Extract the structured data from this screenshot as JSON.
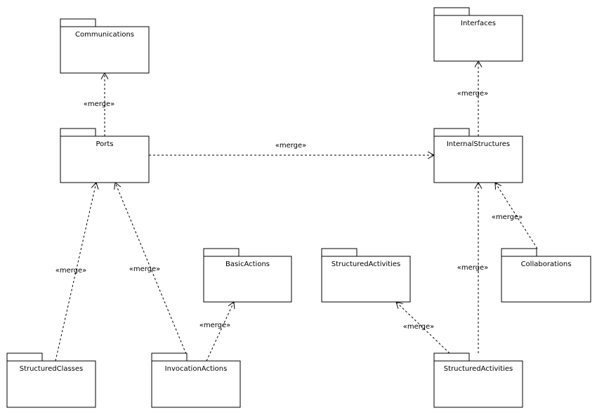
{
  "packages": [
    {
      "id": "communications",
      "name": "Communications"
    },
    {
      "id": "interfaces",
      "name": "Interfaces"
    },
    {
      "id": "ports",
      "name": "Ports"
    },
    {
      "id": "internal-structures",
      "name": "InternalStructures"
    },
    {
      "id": "basic-actions",
      "name": "BasicActions"
    },
    {
      "id": "structured-activities-top",
      "name": "StructuredActivities"
    },
    {
      "id": "collaborations",
      "name": "Collaborations"
    },
    {
      "id": "structured-classes",
      "name": "StructuredClasses"
    },
    {
      "id": "invocation-actions",
      "name": "InvocationActions"
    },
    {
      "id": "structured-activities-bottom",
      "name": "StructuredActivities"
    }
  ],
  "dependencies": [
    {
      "from": "ports",
      "to": "communications",
      "label": "«merge»"
    },
    {
      "from": "internal-structures",
      "to": "interfaces",
      "label": "«merge»"
    },
    {
      "from": "ports",
      "to": "internal-structures",
      "label": "«merge»"
    },
    {
      "from": "structured-classes",
      "to": "ports",
      "label": "«merge»"
    },
    {
      "from": "invocation-actions",
      "to": "ports",
      "label": "«merge»"
    },
    {
      "from": "invocation-actions",
      "to": "basic-actions",
      "label": "«merge»"
    },
    {
      "from": "structured-activities-bottom",
      "to": "structured-activities-top",
      "label": "«merge»"
    },
    {
      "from": "structured-activities-bottom",
      "to": "internal-structures",
      "label": "«merge»"
    },
    {
      "from": "collaborations",
      "to": "internal-structures",
      "label": "«merge»"
    }
  ]
}
